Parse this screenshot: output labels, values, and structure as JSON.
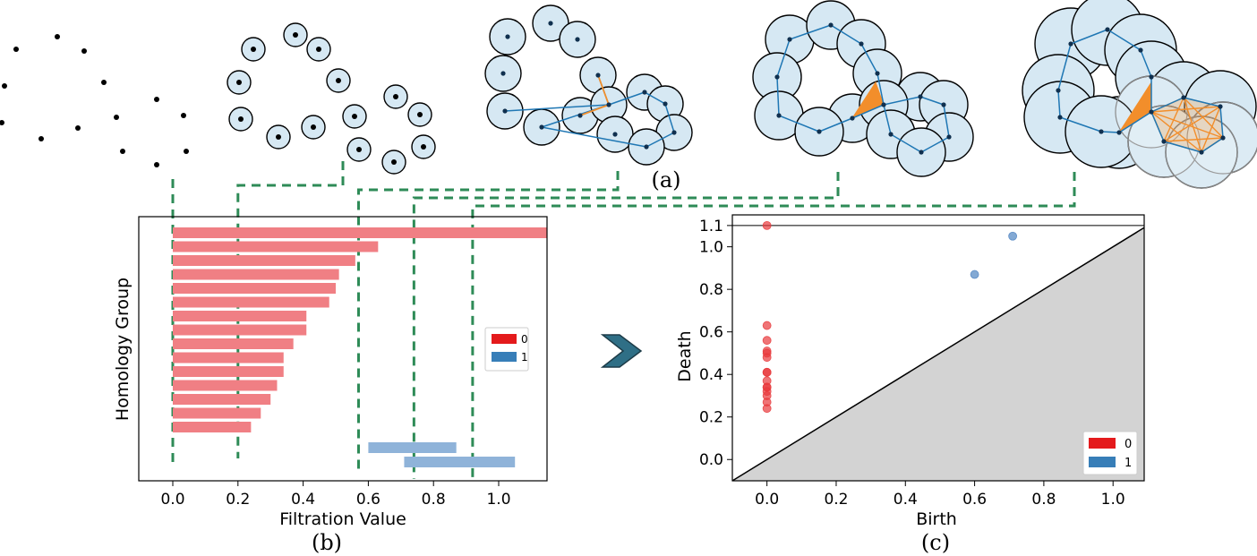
{
  "panel_labels": {
    "a": "(a)",
    "b": "(b)",
    "c": "(c)"
  },
  "colors": {
    "h0_bar": "#f07f84",
    "h1_bar": "#8fb3d9",
    "h0_point": "#e8393c",
    "h1_point": "#4f84c2",
    "h0_legend": "#e41a1c",
    "h1_legend": "#377eb8",
    "ball_fill": "#d6e8f3",
    "edge": "#1f77b4",
    "simplex": "#f28e2b",
    "guide": "#2e8b57",
    "chevron": "#2f6f86",
    "diagonal_fill": "#d3d3d3"
  },
  "icons": {
    "arrow": "chevron-right-icon"
  },
  "chart_data": [
    {
      "type": "bar",
      "orientation": "horizontal",
      "title": "",
      "xlabel": "Filtration Value",
      "ylabel": "Homology Group",
      "xlim": [
        -0.13,
        1.15
      ],
      "xticks": [
        "0.0",
        "0.2",
        "0.4",
        "0.6",
        "0.8",
        "1.0"
      ],
      "legend": {
        "position": "right",
        "entries": [
          "0",
          "1"
        ]
      },
      "guide_lines_x": [
        0.0,
        0.2,
        0.57,
        0.74,
        0.92
      ],
      "bars": [
        {
          "group": 0,
          "start": 0.0,
          "end": 1.15
        },
        {
          "group": 0,
          "start": 0.0,
          "end": 0.63
        },
        {
          "group": 0,
          "start": 0.0,
          "end": 0.56
        },
        {
          "group": 0,
          "start": 0.0,
          "end": 0.51
        },
        {
          "group": 0,
          "start": 0.0,
          "end": 0.5
        },
        {
          "group": 0,
          "start": 0.0,
          "end": 0.48
        },
        {
          "group": 0,
          "start": 0.0,
          "end": 0.41
        },
        {
          "group": 0,
          "start": 0.0,
          "end": 0.41
        },
        {
          "group": 0,
          "start": 0.0,
          "end": 0.37
        },
        {
          "group": 0,
          "start": 0.0,
          "end": 0.34
        },
        {
          "group": 0,
          "start": 0.0,
          "end": 0.34
        },
        {
          "group": 0,
          "start": 0.0,
          "end": 0.32
        },
        {
          "group": 0,
          "start": 0.0,
          "end": 0.3
        },
        {
          "group": 0,
          "start": 0.0,
          "end": 0.27
        },
        {
          "group": 0,
          "start": 0.0,
          "end": 0.24
        },
        {
          "group": 1,
          "start": 0.6,
          "end": 0.87
        },
        {
          "group": 1,
          "start": 0.71,
          "end": 1.05
        }
      ]
    },
    {
      "type": "scatter",
      "title": "",
      "xlabel": "Birth",
      "ylabel": "Death",
      "xlim": [
        -0.1,
        1.09
      ],
      "ylim": [
        -0.1,
        1.15
      ],
      "xticks": [
        "0.0",
        "0.2",
        "0.4",
        "0.6",
        "0.8",
        "1.0"
      ],
      "yticks": [
        "0.0",
        "0.2",
        "0.4",
        "0.6",
        "0.8",
        "1.0",
        "1.1"
      ],
      "infinity_line_y": 1.1,
      "legend": {
        "position": "lower-right",
        "entries": [
          "0",
          "1"
        ]
      },
      "series": [
        {
          "name": "0",
          "points": [
            [
              0,
              1.1
            ],
            [
              0,
              0.63
            ],
            [
              0,
              0.56
            ],
            [
              0,
              0.51
            ],
            [
              0,
              0.5
            ],
            [
              0,
              0.48
            ],
            [
              0,
              0.41
            ],
            [
              0,
              0.41
            ],
            [
              0,
              0.37
            ],
            [
              0,
              0.34
            ],
            [
              0,
              0.34
            ],
            [
              0,
              0.32
            ],
            [
              0,
              0.3
            ],
            [
              0,
              0.27
            ],
            [
              0,
              0.24
            ]
          ]
        },
        {
          "name": "1",
          "points": [
            [
              0.6,
              0.87
            ],
            [
              0.71,
              1.05
            ]
          ]
        }
      ]
    }
  ]
}
